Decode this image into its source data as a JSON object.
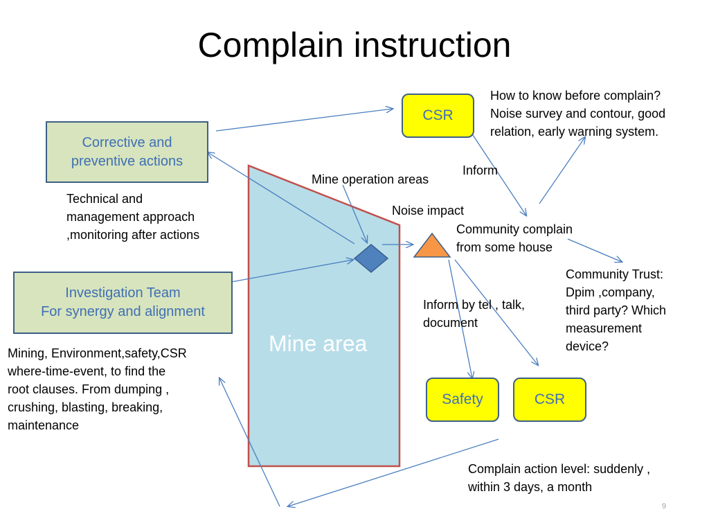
{
  "title": "Complain instruction",
  "boxes": {
    "corrective": "Corrective and\npreventive actions",
    "investigation": "Investigation Team\nFor synergy and alignment",
    "csr_top": "CSR",
    "safety": "Safety",
    "csr_bottom": "CSR"
  },
  "mine_area_label": "Mine area",
  "texts": {
    "how_to_know": "How to know before complain?\nNoise survey and contour, good\nrelation, early warning system.",
    "inform": "Inform",
    "mine_operation_areas": "Mine operation areas",
    "noise_impact": "Noise impact",
    "community_complain": "Community complain\nfrom some house",
    "technical": "Technical and\nmanagement approach\n,monitoring after actions",
    "community_trust": "Community Trust:\nDpim ,company,\nthird party? Which\nmeasurement\ndevice?",
    "inform_by_tel": "Inform by tel , talk,\ndocument",
    "mining_env": "Mining, Environment,safety,CSR\nwhere-time-event, to find the\nroot clauses. From dumping ,\ncrushing, blasting, breaking,\nmaintenance",
    "action_level": "Complain action level: suddenly ,\nwithin 3 days, a month"
  },
  "page_number": "9",
  "colors": {
    "arrow": "#4a7ebf",
    "mine_fill": "#b7dde8",
    "mine_border": "#c0504d",
    "diamond": "#4f81bd",
    "triangle": "#f79646",
    "green_box": "#d7e4bd",
    "yellow_box": "#ffff00",
    "box_text": "#3f6fb5"
  }
}
